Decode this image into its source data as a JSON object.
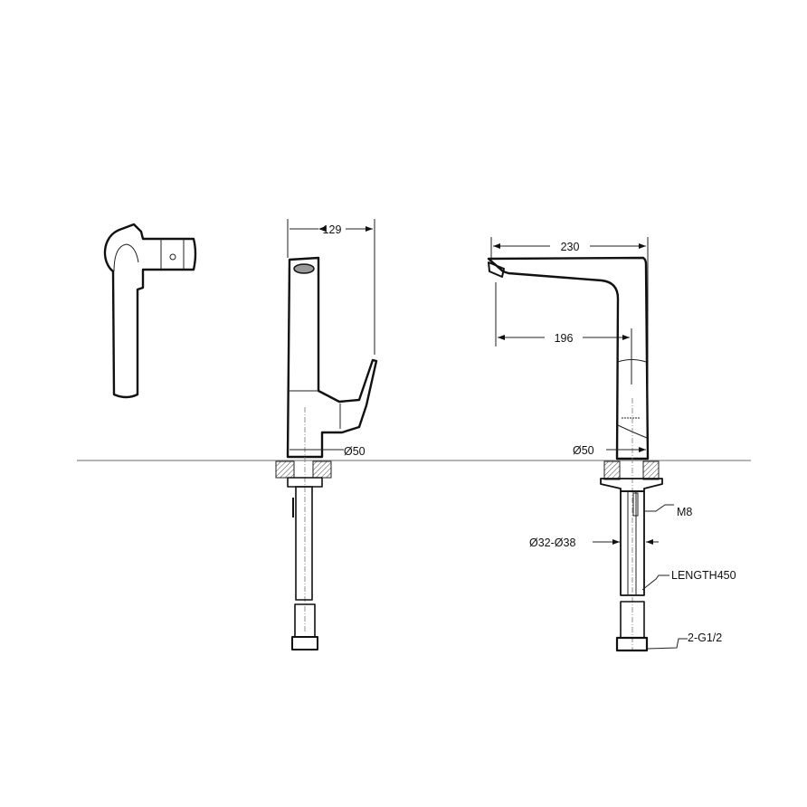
{
  "views": {
    "side": {
      "width_dim": "129",
      "base_diameter": "Ø50"
    },
    "front": {
      "reach_dim": "230",
      "spout_dim": "196",
      "base_diameter": "Ø50",
      "thread_label": "M8",
      "hole_label": "Ø32-Ø38",
      "hose_label": "LENGTH450",
      "connection_label": "2-G1/2"
    }
  },
  "colors": {
    "line": "#111111",
    "countertop": "#888888"
  }
}
